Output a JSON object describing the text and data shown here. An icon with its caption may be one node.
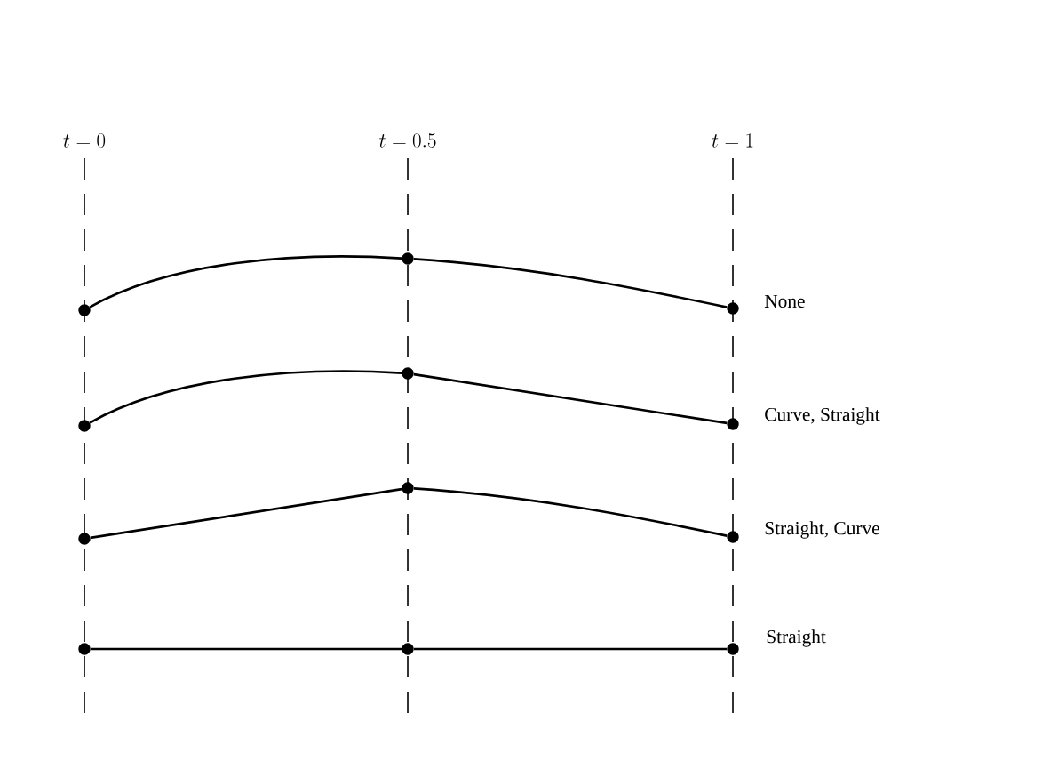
{
  "diagram": {
    "nodes": [
      {
        "text": [],
        "shape": "circle"
      },
      {
        "text": [],
        "shape": "circle"
      },
      {
        "text": [],
        "shape": "circle"
      },
      {
        "text": [],
        "shape": "circle"
      },
      {
        "text": [],
        "shape": "circle"
      },
      {
        "text": [],
        "shape": "circle"
      },
      {
        "text": [],
        "shape": "circle"
      },
      {
        "text": [],
        "shape": "circle"
      },
      {
        "text": [],
        "shape": "circle"
      },
      {
        "text": [],
        "shape": "circle"
      },
      {
        "text": [],
        "shape": "circle"
      },
      {
        "text": [],
        "shape": "circle"
      }
    ],
    "edges": [
      {
        "from": 0,
        "to": 1,
        "arrow": "none"
      },
      {
        "from": 1,
        "to": 2,
        "arrow": "none"
      },
      {
        "from": 3,
        "to": 4,
        "arrow": "none"
      },
      {
        "from": 4,
        "to": 5,
        "arrow": "none"
      },
      {
        "from": 6,
        "to": 7,
        "arrow": "none"
      },
      {
        "from": 7,
        "to": 8,
        "arrow": "none"
      },
      {
        "from": 9,
        "to": 10,
        "arrow": "none"
      },
      {
        "from": 10,
        "to": 11,
        "arrow": "none"
      }
    ],
    "labels": [
      "t = 0",
      "t = 0.5",
      "t = 1",
      "None",
      "Curve, Straight",
      "Straight, Curve",
      "Straight"
    ]
  }
}
